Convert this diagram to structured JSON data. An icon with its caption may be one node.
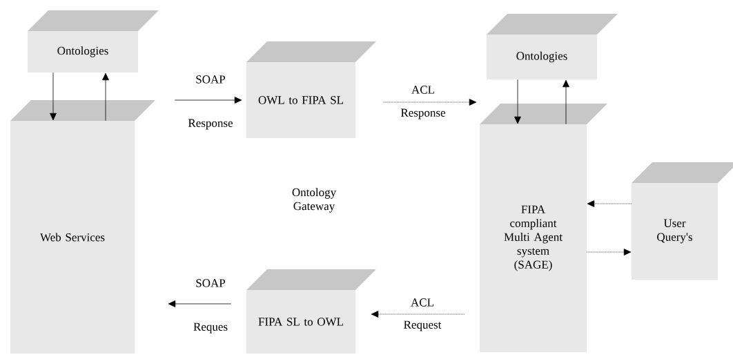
{
  "diagram": {
    "nodes": [
      {
        "text": [
          "Ontologies"
        ]
      },
      {
        "text": [
          "Web Services"
        ]
      },
      {
        "text": [
          "OWL to FIPA SL"
        ]
      },
      {
        "text": [
          "Ontologies"
        ]
      },
      {
        "text": [
          "FIPA compliant Multi Agent system (SAGE)"
        ]
      },
      {
        "text": [
          "User Query's"
        ]
      },
      {
        "text": [
          "FIPA SL to OWL"
        ]
      }
    ],
    "edges": [
      {
        "from": 0,
        "to": 1,
        "arrow": "to"
      },
      {
        "from": 1,
        "to": 0,
        "arrow": "to"
      },
      {
        "from": 1,
        "to": 2,
        "arrow": "to",
        "label": "SOAP"
      },
      {
        "from": 2,
        "to": 4,
        "arrow": "to",
        "label": "ACL",
        "style": "dashed"
      },
      {
        "from": 3,
        "to": 4,
        "arrow": "to"
      },
      {
        "from": 4,
        "to": 3,
        "arrow": "to"
      },
      {
        "from": 5,
        "to": 4,
        "arrow": "to",
        "style": "dashed"
      },
      {
        "from": 4,
        "to": 5,
        "arrow": "to",
        "style": "dashed"
      },
      {
        "from": 4,
        "to": 6,
        "arrow": "to",
        "label": "ACL",
        "style": "dashed"
      },
      {
        "from": 6,
        "to": 1,
        "arrow": "to",
        "label": "SOAP"
      }
    ],
    "labels": [
      "Response",
      "Response",
      "Ontology Gateway",
      "Reques",
      "Request"
    ]
  }
}
